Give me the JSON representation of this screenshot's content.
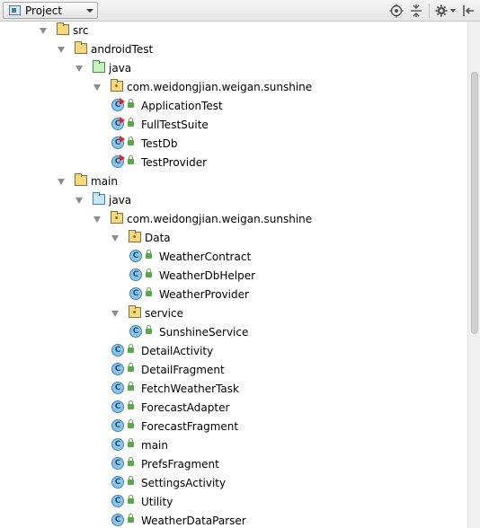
{
  "toolbar": {
    "view_selector": "Project",
    "icons": [
      "target-icon",
      "collapse-all-icon",
      "gear-icon",
      "hide-icon"
    ]
  },
  "tree": [
    {
      "label": "src",
      "kind": "folder",
      "level": 0,
      "expanded": true
    },
    {
      "label": "androidTest",
      "kind": "folder",
      "level": 1,
      "expanded": true
    },
    {
      "label": "java",
      "kind": "test-folder",
      "level": 2,
      "expanded": true
    },
    {
      "label": "com.weidongjian.weigan.sunshine",
      "kind": "package",
      "level": 3,
      "expanded": true
    },
    {
      "label": "ApplicationTest",
      "kind": "test-class",
      "level": 4
    },
    {
      "label": "FullTestSuite",
      "kind": "test-class",
      "level": 4
    },
    {
      "label": "TestDb",
      "kind": "test-class",
      "level": 4
    },
    {
      "label": "TestProvider",
      "kind": "test-class",
      "level": 4
    },
    {
      "label": "main",
      "kind": "folder",
      "level": 1,
      "expanded": true
    },
    {
      "label": "java",
      "kind": "source-folder",
      "level": 2,
      "expanded": true
    },
    {
      "label": "com.weidongjian.weigan.sunshine",
      "kind": "package",
      "level": 3,
      "expanded": true
    },
    {
      "label": "Data",
      "kind": "package",
      "level": 4,
      "expanded": true
    },
    {
      "label": "WeatherContract",
      "kind": "class",
      "level": 5
    },
    {
      "label": "WeatherDbHelper",
      "kind": "class",
      "level": 5
    },
    {
      "label": "WeatherProvider",
      "kind": "class",
      "level": 5
    },
    {
      "label": "service",
      "kind": "package",
      "level": 4,
      "expanded": true
    },
    {
      "label": "SunshineService",
      "kind": "class",
      "level": 5
    },
    {
      "label": "DetailActivity",
      "kind": "class",
      "level": 4
    },
    {
      "label": "DetailFragment",
      "kind": "class",
      "level": 4
    },
    {
      "label": "FetchWeatherTask",
      "kind": "class",
      "level": 4
    },
    {
      "label": "ForecastAdapter",
      "kind": "class",
      "level": 4
    },
    {
      "label": "ForecastFragment",
      "kind": "class",
      "level": 4
    },
    {
      "label": "main",
      "kind": "class",
      "level": 4
    },
    {
      "label": "PrefsFragment",
      "kind": "class",
      "level": 4
    },
    {
      "label": "SettingsActivity",
      "kind": "class",
      "level": 4
    },
    {
      "label": "Utility",
      "kind": "class",
      "level": 4
    },
    {
      "label": "WeatherDataParser",
      "kind": "class",
      "level": 4
    }
  ],
  "colors": {
    "folder": "#f5d97e",
    "source_folder": "#c7e7f7",
    "test_folder": "#c8efc2",
    "class_icon": "#8ec5e6",
    "test_run_mark": "#d9262b",
    "lock": "#5aa84b"
  }
}
